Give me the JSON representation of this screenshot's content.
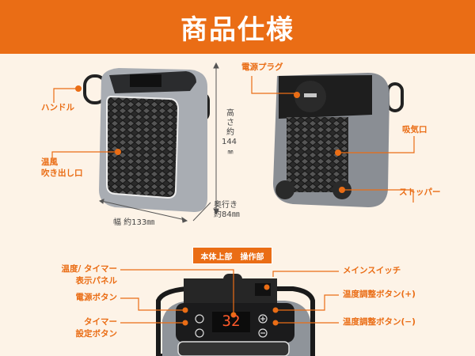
{
  "title": "商品仕様",
  "front_labels": {
    "handle": "ハンドル",
    "outlet_1": "温風",
    "outlet_2": "吹き出し口"
  },
  "back_labels": {
    "plug": "電源プラグ",
    "intake": "吸気口",
    "stopper": "ストッパー"
  },
  "dimensions": {
    "height_1": "高",
    "height_2": "さ",
    "height_3": "約",
    "height_4": "144",
    "height_5": "㎜",
    "depth_1": "奥行き",
    "depth_2": "約84㎜",
    "width": "幅 約133㎜"
  },
  "panel": {
    "section_title": "本体上部　操作部",
    "display_1": "温度/ タイマー",
    "display_2": "表示パネル",
    "power": "電源ボタン",
    "timer_1": "タイマー",
    "timer_2": "設定ボタン",
    "main_switch": "メインスイッチ",
    "temp_up": "温度調整ボタン(+)",
    "temp_down": "温度調整ボタン(−)",
    "display_value": "32"
  },
  "colors": {
    "accent": "#ea6d15",
    "background": "#fdf3e7"
  }
}
